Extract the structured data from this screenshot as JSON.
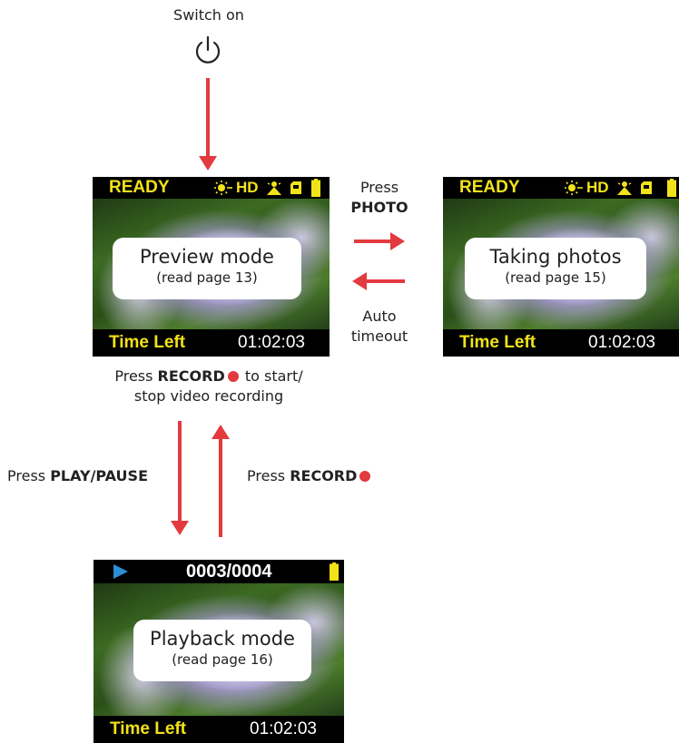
{
  "switch_on": {
    "label": "Switch on",
    "icon": "power-icon"
  },
  "preview": {
    "status": "READY",
    "hd": "HD",
    "title": "Preview mode",
    "subtitle": "(read page 13)",
    "time_left": "Time Left",
    "clock": "01:02:03"
  },
  "photo": {
    "status": "READY",
    "hd": "HD",
    "title": "Taking photos",
    "subtitle": "(read page 15)",
    "time_left": "Time Left",
    "clock": "01:02:03"
  },
  "playback": {
    "counter": "0003/0004",
    "title": "Playback mode",
    "subtitle": "(read page 16)",
    "time_left": "Time Left",
    "clock": "01:02:03"
  },
  "labels": {
    "press_photo_1": "Press",
    "press_photo_2": "PHOTO",
    "auto_1": "Auto",
    "auto_2": "timeout",
    "record_prefix": "Press ",
    "record_word": "RECORD",
    "record_suffix": " to start/",
    "record_line2": "stop video recording",
    "play_prefix": "Press ",
    "play_word": "PLAY/PAUSE",
    "record2_prefix": "Press ",
    "record2_word": "RECORD"
  },
  "colors": {
    "arrow": "#e23a3f",
    "status_text": "#f2e21a",
    "play_icon": "#2a8fd6"
  }
}
